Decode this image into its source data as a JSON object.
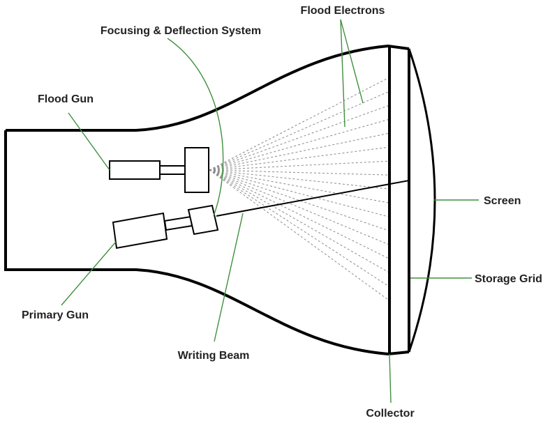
{
  "labels": {
    "flood_electrons": "Flood Electrons",
    "focusing_deflection": "Focusing & Deflection System",
    "flood_gun": "Flood Gun",
    "screen": "Screen",
    "storage_grid": "Storage Grid",
    "primary_gun": "Primary Gun",
    "writing_beam": "Writing Beam",
    "collector": "Collector"
  },
  "colors": {
    "outline": "#000000",
    "leader_line": "#3f8f3f",
    "flood_ray": "#8a8a8a"
  }
}
